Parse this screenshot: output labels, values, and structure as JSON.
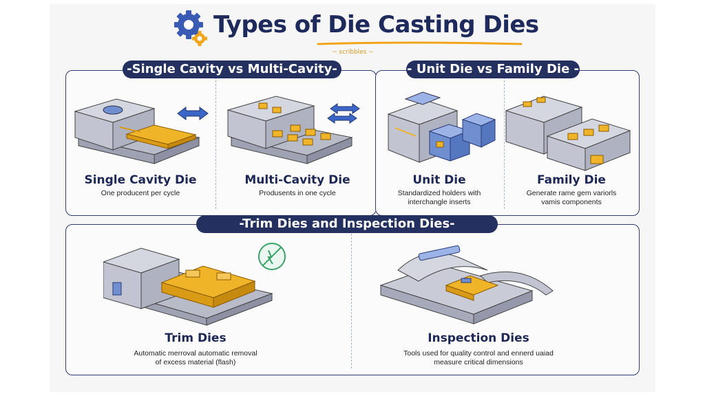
{
  "title": "Types of Die Casting Dies",
  "title_subscript": "~ scribbles ~",
  "colors": {
    "navy": "#24305f",
    "title": "#1f2a5c",
    "die_metal": "#c9cbd6",
    "die_gold": "#f0b429",
    "die_blue": "#6f8fd1",
    "gear_blue": "#3a5bb3",
    "gear_gold": "#f2a51a"
  },
  "sections": {
    "single_vs_multi": {
      "label": "-Single Cavity vs Multi-Cavity-",
      "cards": [
        {
          "title": "Single Cavity Die",
          "desc": [
            "One producent per cycle"
          ]
        },
        {
          "title": "Multi-Cavity Die",
          "desc": [
            "Produsents in one cycle"
          ]
        }
      ]
    },
    "unit_vs_family": {
      "label": "- Unit Die vs Family Die -",
      "cards": [
        {
          "title": "Unit Die",
          "desc": [
            "Standardized holders with",
            "interchangle inserts"
          ]
        },
        {
          "title": "Family Die",
          "desc": [
            "Generate rame gem variorls",
            "vamis components"
          ]
        }
      ]
    },
    "trim_inspection": {
      "label": "-Trim Dies and Inspection Dies-",
      "cards": [
        {
          "title": "Trim Dies",
          "desc": [
            "Automatic merroval automatic removal",
            "of excess material (flash)"
          ]
        },
        {
          "title": "Inspection Dies",
          "desc": [
            "Tools used for quality control and ennerd uaiad",
            "measure critical dimensions"
          ]
        }
      ]
    }
  }
}
